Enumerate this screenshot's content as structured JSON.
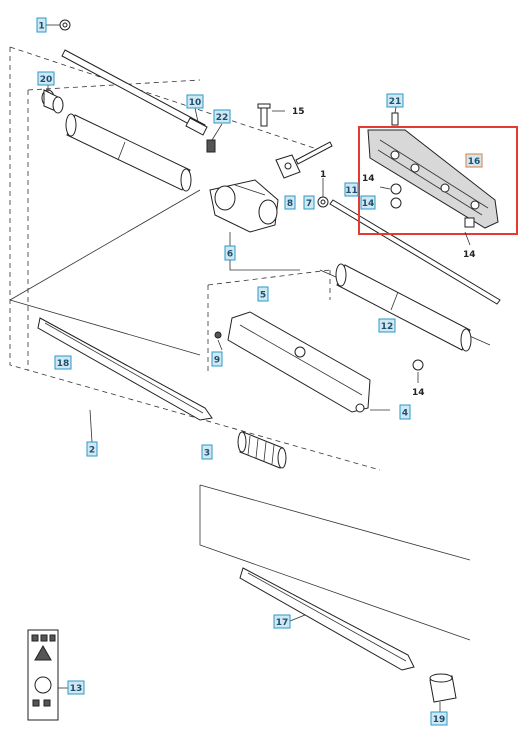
{
  "labels": {
    "l1": "1",
    "l2": "2",
    "l3": "3",
    "l4": "4",
    "l5": "5",
    "l6": "6",
    "l7": "7",
    "l8": "8",
    "l9": "9",
    "l10": "10",
    "l11": "11",
    "l12": "12",
    "l13": "13",
    "l14": "14",
    "l16": "16",
    "l17": "17",
    "l18": "18",
    "l19": "19",
    "l20": "20",
    "l21": "21",
    "l22": "22"
  },
  "plain": {
    "p15": "15",
    "p1": "1",
    "p14a": "14",
    "p14b": "14",
    "p14c": "14"
  },
  "highlight_color": "#e53a34",
  "label_fill": "#cfe8f4",
  "label_stroke": "#2a98c9"
}
